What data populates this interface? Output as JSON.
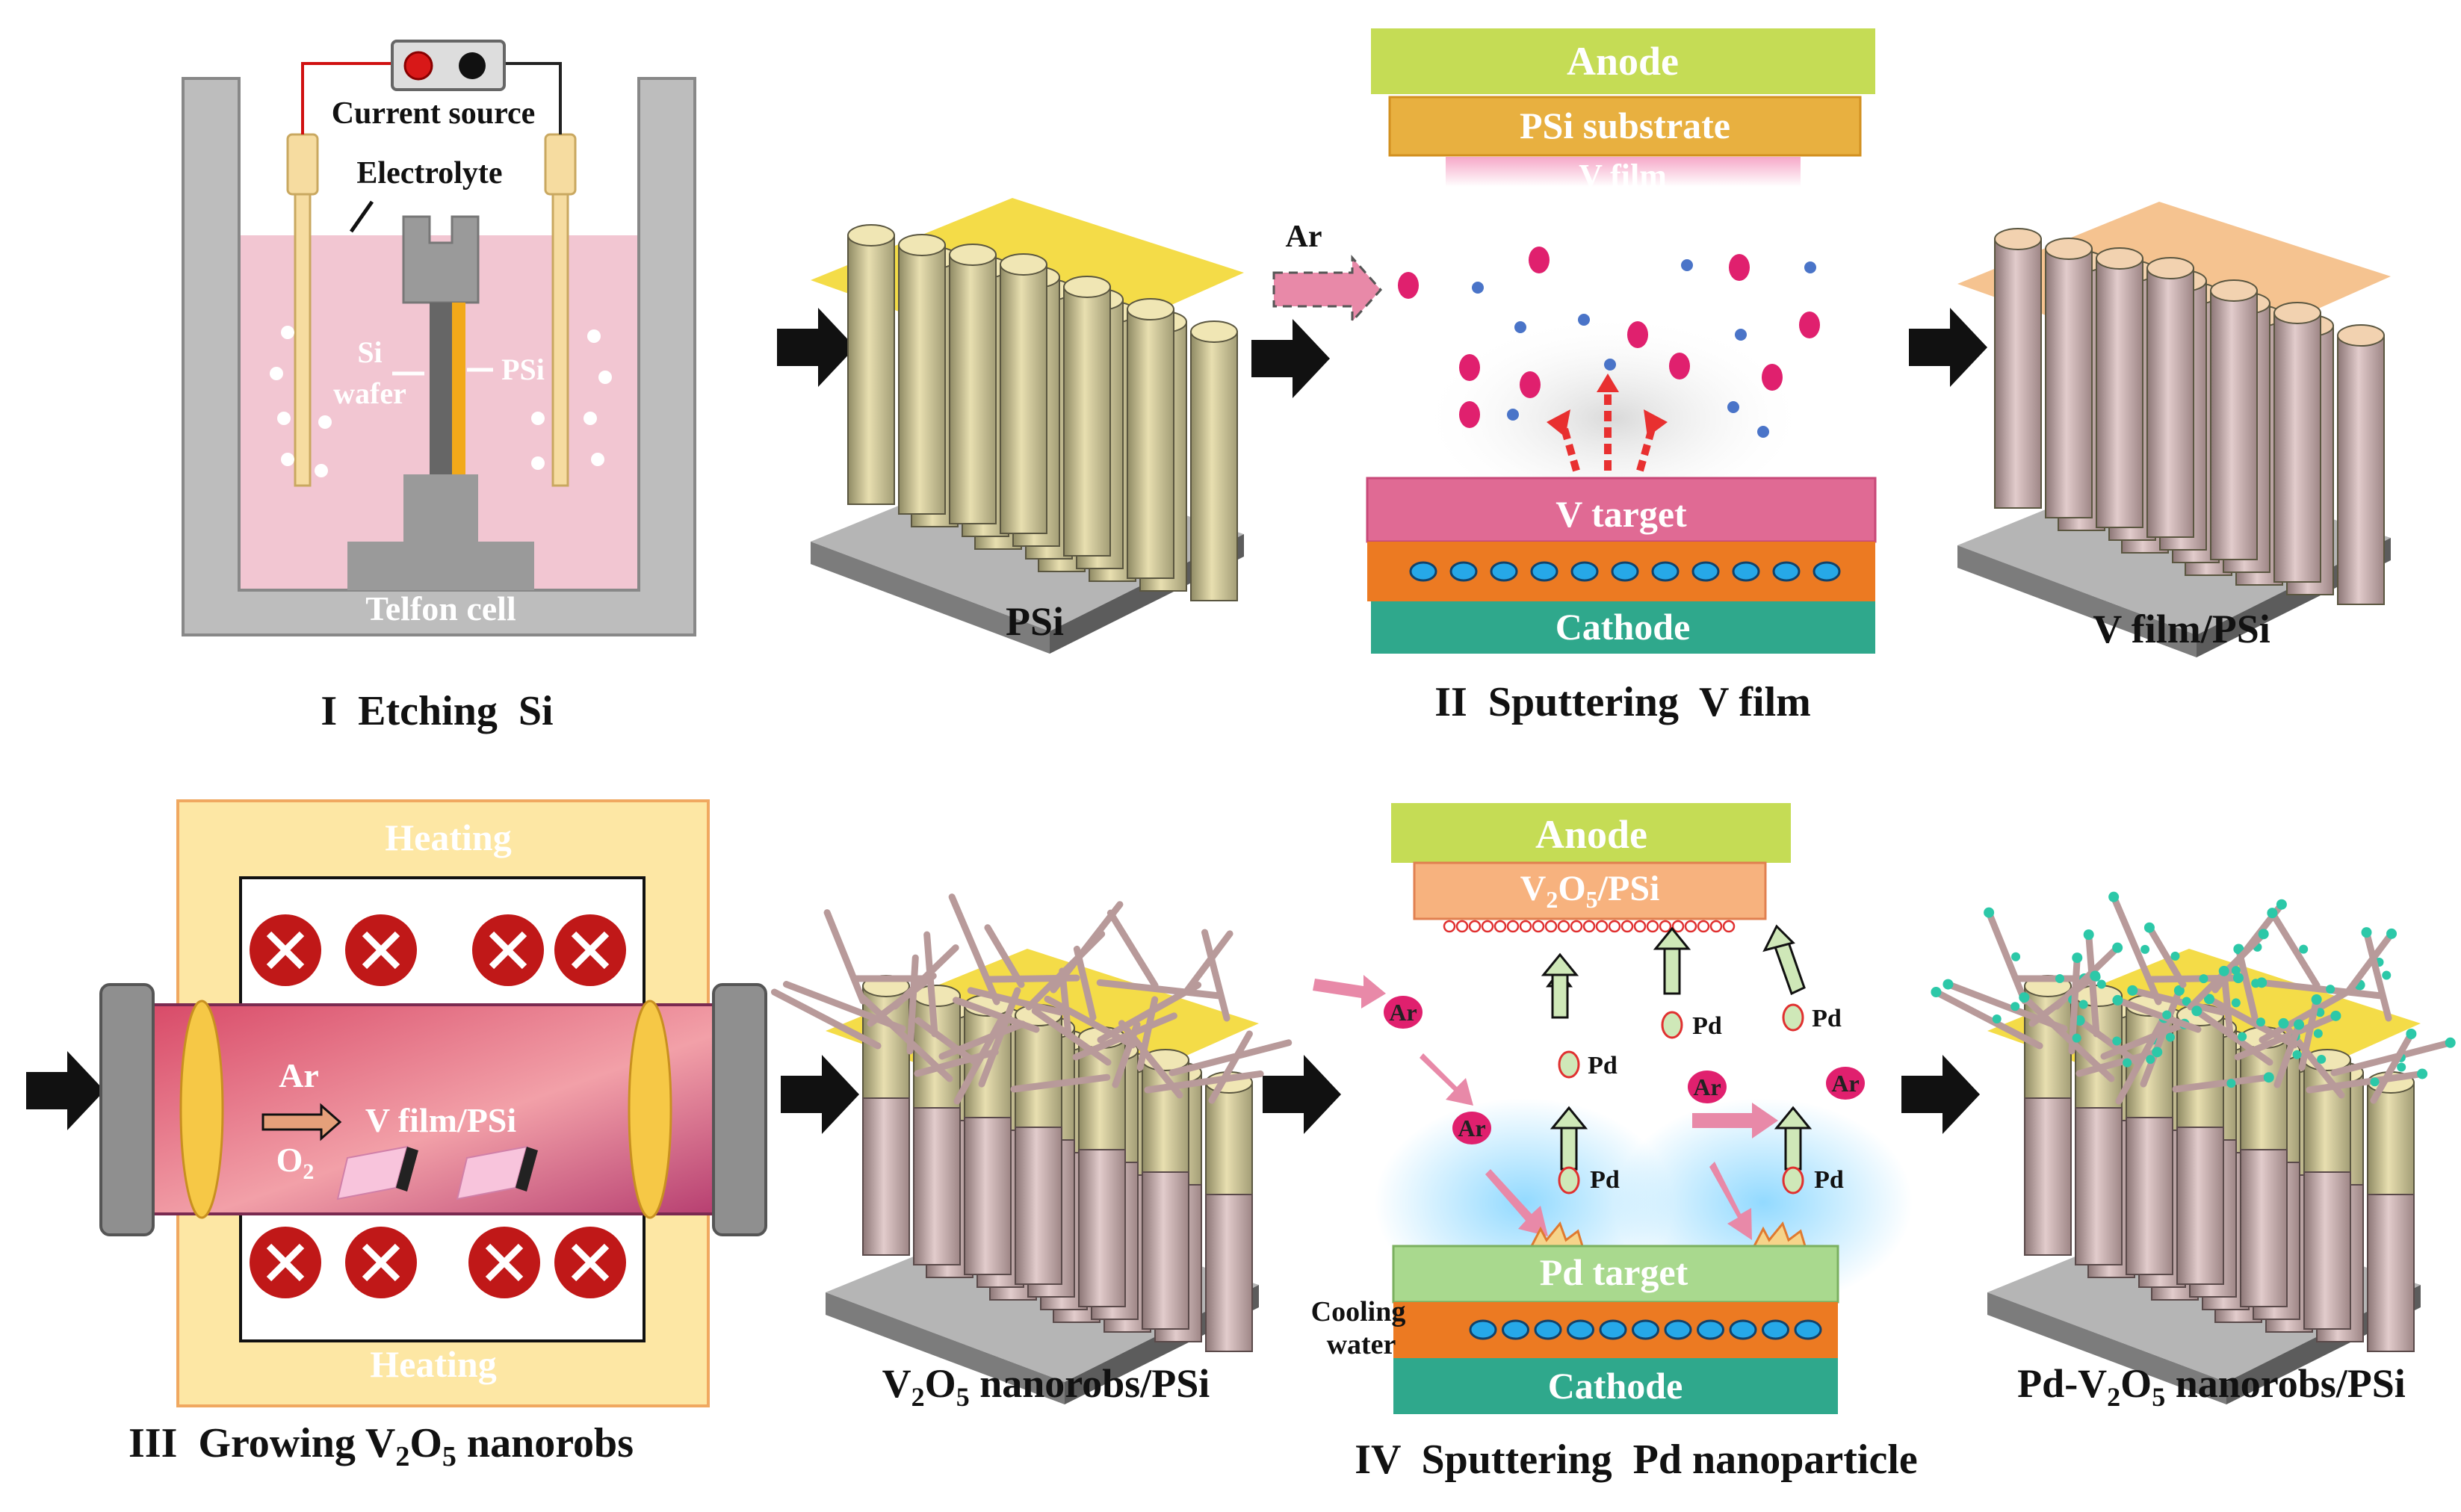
{
  "panel1": {
    "current_source": "Current source",
    "electrolyte": "Electrolyte",
    "si": "Si",
    "wafer": "wafer",
    "psi_arrow": "PSi",
    "cell": "Telfon cell",
    "caption": "I  Etching  Si"
  },
  "stage1": {
    "label": "PSi"
  },
  "panel2": {
    "anode": "Anode",
    "substrate": "PSi substrate",
    "film": "V film",
    "ar": "Ar",
    "target": "V target",
    "cathode": "Cathode",
    "caption": "II  Sputtering  V film"
  },
  "stage2": {
    "label": "V film/PSi"
  },
  "panel3": {
    "heating_top": "Heating",
    "heating_bottom": "Heating",
    "ar": "Ar",
    "o2_base": "O",
    "o2_sub": "2",
    "sample": "V film/PSi",
    "caption_pre": "III  Growing V",
    "caption_sub1": "2",
    "caption_mid": "O",
    "caption_sub2": "5",
    "caption_post": " nanorobs"
  },
  "stage3": {
    "pre": "V",
    "sub1": "2",
    "mid": "O",
    "sub2": "5",
    "post": " nanorobs/PSi"
  },
  "panel4": {
    "anode": "Anode",
    "substrate_pre": "V",
    "substrate_sub1": "2",
    "substrate_mid": "O",
    "substrate_sub2": "5",
    "substrate_post": "/PSi",
    "ar": "Ar",
    "pd": "Pd",
    "target": "Pd target",
    "cooling1": "Cooling",
    "cooling2": "water",
    "cathode": "Cathode",
    "caption": "IV  Sputtering  Pd nanoparticle"
  },
  "stage4": {
    "pre": "Pd-V",
    "sub1": "2",
    "mid": "O",
    "sub2": "5",
    "post": " nanorobs/PSi"
  },
  "colors": {
    "anode": "#c5dc55",
    "psi_substrate": "#e8b040",
    "target_pink": "#e06a94",
    "cathode": "#2fa88c",
    "cooling": "#ec7a22",
    "electrolyte": "#f2c6d2",
    "heating": "#fde7a4",
    "pd_target": "#a9d98e",
    "arrow": "#111111"
  }
}
